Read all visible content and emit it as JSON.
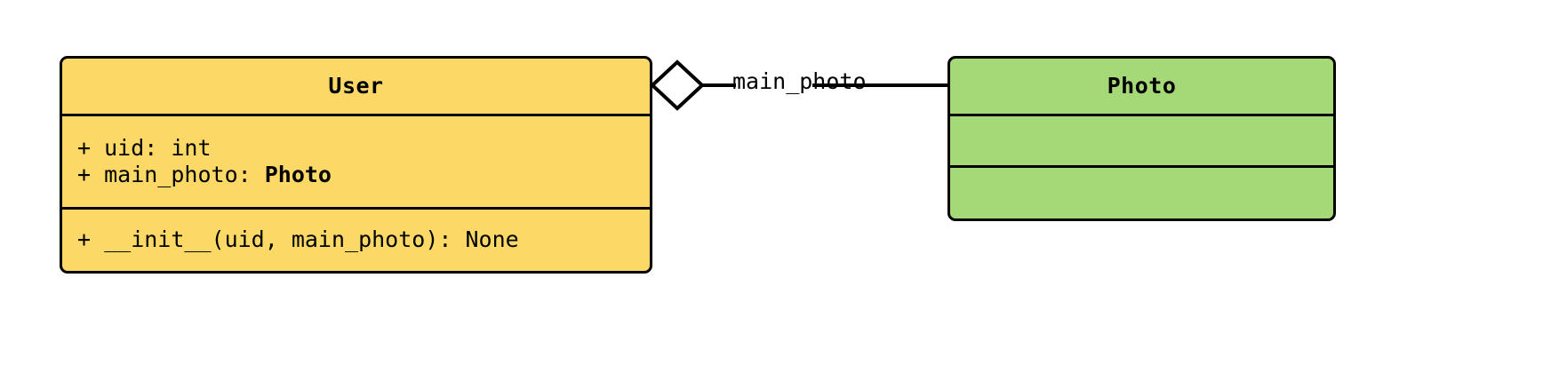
{
  "diagram": {
    "kind": "uml-class-diagram",
    "background": "#ffffff",
    "line_color": "#000000"
  },
  "classes": [
    {
      "id": "user",
      "name": "User",
      "fill": "#fcd966",
      "attributes": [
        {
          "text": "+ uid: int",
          "type_suffix": ""
        },
        {
          "text": "+ main_photo: ",
          "type_suffix": "Photo"
        }
      ],
      "methods": [
        {
          "text": "+ __init__(uid, main_photo): None"
        }
      ]
    },
    {
      "id": "photo",
      "name": "Photo",
      "fill": "#a5d978",
      "attributes": [],
      "methods": []
    }
  ],
  "relationships": [
    {
      "id": "user-has-main-photo",
      "type": "aggregation",
      "source": "User",
      "target": "Photo",
      "label": "main_photo",
      "source_decoration": "hollow-diamond",
      "target_decoration": "none"
    }
  ]
}
